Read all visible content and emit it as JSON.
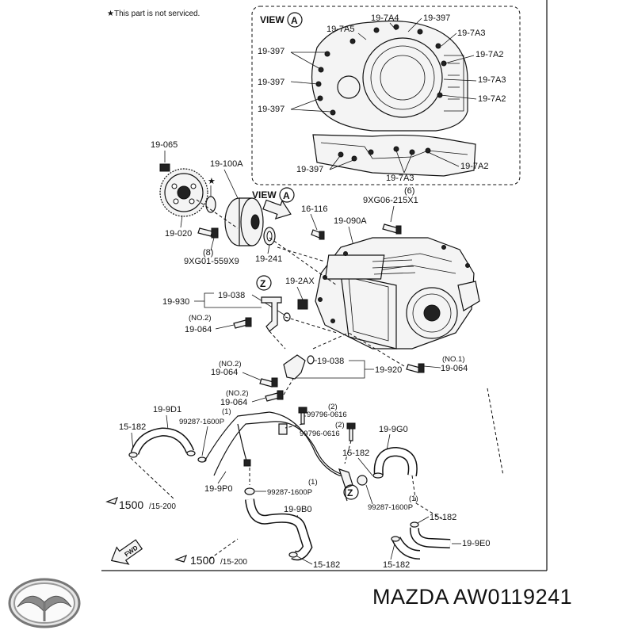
{
  "note": "★This part is not serviced.",
  "view_a": {
    "title": "VIEW",
    "marker": "A",
    "labels": [
      "19-7A4",
      "19-397",
      "19-7A5",
      "19-7A3",
      "19-397",
      "19-7A2",
      "19-397",
      "19-7A3",
      "19-7A2",
      "19-397",
      "19-397",
      "19-7A3",
      "19-7A2"
    ]
  },
  "parts": {
    "p_19_065": "19-065",
    "p_19_020": "19-020",
    "p_19_100a": "19-100A",
    "p_star": "★",
    "p_9xg01_qty": "(8)",
    "p_9xg01": "9XG01-559X9",
    "p_19_241": "19-241",
    "p_view": "VIEW",
    "p_view_marker": "A",
    "p_16_116": "16-116",
    "p_19_090a": "19-090A",
    "p_9xg06_qty": "(6)",
    "p_9xg06": "9XG06-215X1",
    "p_z_marker": "Z",
    "p_19_2ax": "19-2AX",
    "p_19_038_a": "19-038",
    "p_19_930": "19-930",
    "p_no2_a": "(NO.2)",
    "p_19_064_a": "19-064",
    "p_no2_b": "(NO.2)",
    "p_19_064_b": "19-064",
    "p_19_038_b": "19-038",
    "p_19_920": "19-920",
    "p_no1": "(NO.1)",
    "p_19_064_c": "19-064",
    "p_no2_c": "(NO.2)",
    "p_19_064_d": "19-064",
    "p_19_9d1": "19-9D1",
    "p_qty1_a": "(1)",
    "p_99287_a": "99287-1600P",
    "p_qty2_a": "(2)",
    "p_99796_a": "99796-0616",
    "p_qty2_b": "(2)",
    "p_99796_b": "99796-0616",
    "p_19_9g0": "19-9G0",
    "p_15_182_a": "15-182",
    "p_15_182_b": "15-182",
    "p_19_9p0": "19-9P0",
    "p_qty1_b": "(1)",
    "p_99287_b": "99287-1600P",
    "p_z_marker_2": "Z",
    "p_qty1_c": "(1)",
    "p_99287_c": "99287-1600P",
    "p_19_9b0": "19-9B0",
    "p_15_182_c": "15-182",
    "p_19_9e0": "19-9E0",
    "p_15_182_d": "15-182",
    "p_15_182_e": "15-182",
    "ref1_main": "1500",
    "ref1_sub": "/15-200",
    "ref2_main": "1500",
    "ref2_sub": "/15-200",
    "fwd": "FWD"
  },
  "caption": "MAZDA AW0119241",
  "logo_name": "mazda-logo"
}
